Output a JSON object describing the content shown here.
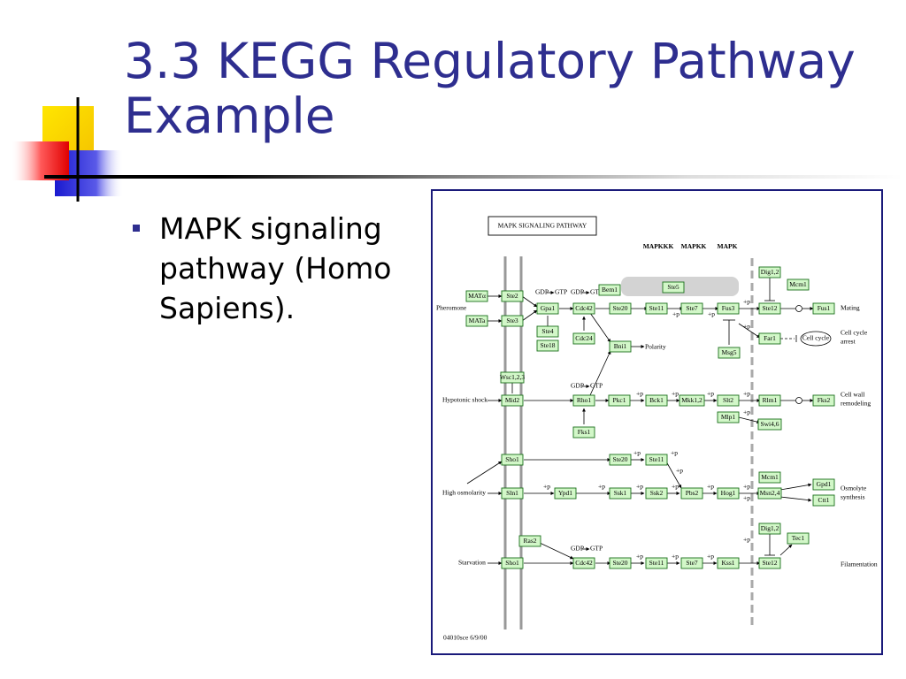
{
  "slide": {
    "title_line1": "3.3 KEGG Regulatory Pathway",
    "title_line2": "Example",
    "bullets": [
      "MAPK signaling pathway (Homo Sapiens)."
    ]
  },
  "colors": {
    "title": "#2e2e8f",
    "bullet": "#2e2e8f",
    "frame_border": "#1a1a7a",
    "node_fill": "#d2f7c8",
    "node_stroke": "#1a6e1a"
  },
  "diagram": {
    "title": "MAPK SIGNALING PATHWAY",
    "header_mapkkk": "MAPKKK",
    "header_mapkk": "MAPKK",
    "header_mapk": "MAPK",
    "footer": "04010sce 6/9/00",
    "stimuli": {
      "pheromone": "Pheromone",
      "hypotonic": "Hypotonic shock",
      "osmolarity": "High osmolarity",
      "starvation": "Starvation"
    },
    "outcomes": {
      "mating": "Mating",
      "arrest": [
        "Cell cycle",
        "arrest"
      ],
      "wall": [
        "Cell wall",
        "remodeling"
      ],
      "osmo": [
        "Osmolyte",
        "synthesis"
      ],
      "filament": "Filamentation",
      "polarity": "Polarity",
      "cell_cycle": "Cell cycle"
    },
    "small": {
      "gdp": "GDP",
      "gtp": "GTP",
      "p": "+p"
    },
    "nodes": {
      "mata": "MATα",
      "matb": "MATa",
      "ste2": "Ste2",
      "ste3": "Ste3",
      "gpa1": "Gpa1",
      "ste4": "Ste4",
      "ste18": "Ste18",
      "cdc42": "Cdc42",
      "cdc24": "Cdc24",
      "bem1": "Bem1",
      "ste20": "Ste20",
      "ste11": "Ste11",
      "ste7": "Ste7",
      "fus3": "Fus3",
      "ste5": "Ste5",
      "bni1": "Bni1",
      "msg5": "Msg5",
      "dig12": "Dig1,2",
      "mcm1": "Mcm1",
      "ste12": "Ste12",
      "fus1": "Fus1",
      "far1": "Far1",
      "wsc": "Wsc1,2,3",
      "mid2": "Mid2",
      "rho1": "Rho1",
      "pkc1": "Pkc1",
      "fks1": "Fks1",
      "bck1": "Bck1",
      "mkk": "Mkk1,2",
      "slt2": "Slt2",
      "mlp1": "Mlp1",
      "rlm1": "Rlm1",
      "fks2": "Fks2",
      "swi": "Swi4,6",
      "sho1": "Sho1",
      "sln1": "Sln1",
      "ypd1": "Ypd1",
      "ssk1": "Ssk1",
      "ssk2": "Ssk2",
      "pbs2": "Pbs2",
      "hog1": "Hog1",
      "msn": "Msn2,4",
      "gpd1": "Gpd1",
      "ctt1": "Ctt1",
      "ras2": "Ras2",
      "kss1": "Kss1",
      "tec1": "Tec1"
    }
  }
}
